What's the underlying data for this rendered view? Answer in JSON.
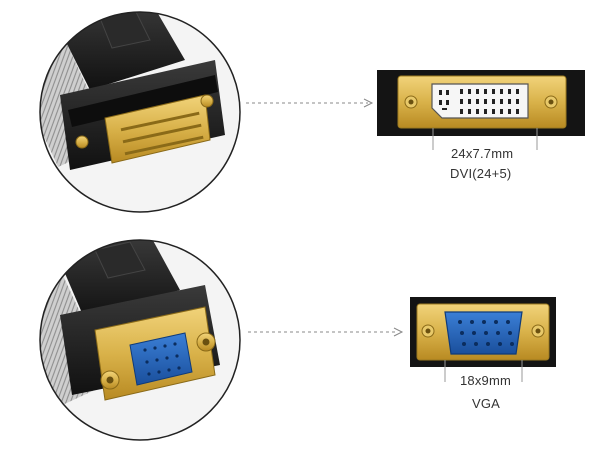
{
  "dvi": {
    "dimension": "24x7.7mm",
    "type": "DVI(24+5)"
  },
  "vga": {
    "dimension": "18x9mm",
    "type": "VGA"
  },
  "colors": {
    "gold": "#d9b24a",
    "black_plastic": "#1c1c1c",
    "vga_blue": "#1f5fb8",
    "circle_border": "#222222",
    "arrow": "#888888"
  }
}
